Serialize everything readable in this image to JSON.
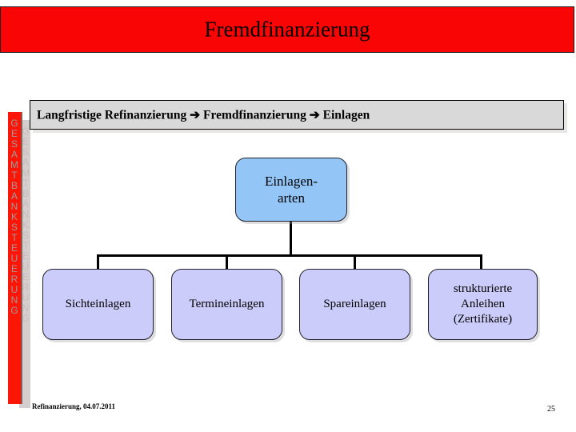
{
  "slide": {
    "title": "Fremdfinanzierung",
    "breadcrumb": "Langfristige Refinanzierung ➔ Fremdfinanzierung ➔ Einlagen",
    "sidebar_label": "GESAMTBANKSTEUERUNG",
    "colors": {
      "title_banner": "#FA0505",
      "breadcrumb_bg": "#D9D9D9",
      "root_node": "#93C6F7",
      "child_node": "#CCCCFA",
      "sidebar_bar": "#FB1608",
      "sidebar_text": "#9B9B9B"
    }
  },
  "diagram": {
    "root": {
      "label_line1": "Einlagen-",
      "label_line2": "arten"
    },
    "children": [
      {
        "label": "Sichteinlagen"
      },
      {
        "label": "Termineinlagen"
      },
      {
        "label": "Spareinlagen"
      },
      {
        "label_line1": "strukturierte",
        "label_line2": "Anleihen",
        "label_line3": "(Zertifikate)"
      }
    ]
  },
  "footer": {
    "note": "Refinanzierung, 04.07.2011",
    "page_number": "25"
  }
}
